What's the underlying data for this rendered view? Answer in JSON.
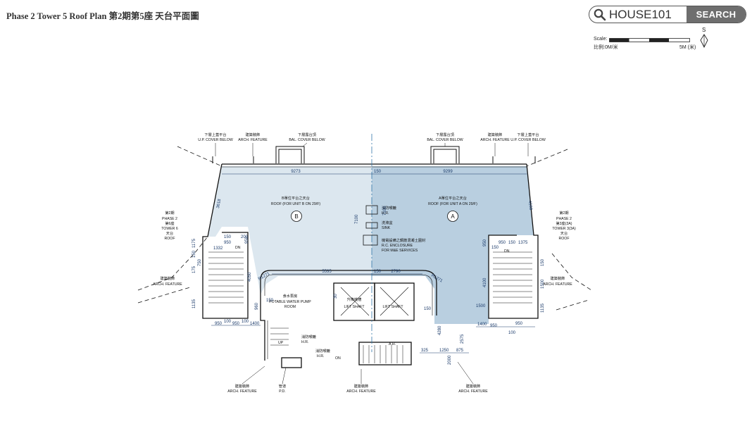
{
  "header": {
    "title": "Phase 2 Tower 5 Roof Plan  第2期第5座 天台平面圖",
    "search_value": "HOUSE101",
    "search_button_label": "SEARCH"
  },
  "scale": {
    "label_en": "Scale:",
    "label_zh": "比例:0M/米",
    "end_label": "5M (米)",
    "north": "S"
  },
  "plan": {
    "dims": {
      "top_left": "9273",
      "top_mid": "150",
      "top_right": "9299",
      "left_diag": "3618",
      "right_diag": "4168",
      "mid_v1": "7100",
      "mid_v2": "7100",
      "core_top_left": "5535",
      "core_top_mid": "150",
      "core_top_right": "2790",
      "r_left": "R1271",
      "r_right": "R1271",
      "l_150": "150",
      "l_950": "950",
      "l_200": "200",
      "l_950b": "950",
      "l_1332": "1332",
      "l_1175": "1175",
      "l_150v": "150",
      "l_750": "750",
      "l_1135": "1135",
      "l_175": "175",
      "l_950c": "950",
      "l_100": "100",
      "l_950d": "950",
      "l_100b": "100",
      "l_1400": "1400",
      "l_4050": "4050",
      "l_960": "960",
      "l_150s": "150",
      "r_150": "150",
      "r_950": "950",
      "r_150b": "150",
      "r_1375": "1375",
      "r_950v": "950",
      "r_4100": "4100",
      "r_1500": "1500",
      "r_1400": "1400",
      "r_950c": "950",
      "r_950d": "950",
      "r_100": "100",
      "r_1135": "1135",
      "r_1500v": "1500",
      "r_150v": "150",
      "c_4280": "4280",
      "c_2575": "2575",
      "c_325": "325",
      "c_1250": "1250",
      "c_875": "875",
      "c_2000": "2000",
      "c_150": "150",
      "c_30": "30"
    },
    "labels": {
      "roof_b_zh": "B單位平台之天台",
      "roof_b": "ROOF (FOR UNIT B ON 29/F)",
      "unit_b": "B",
      "roof_a_zh": "A單位平台之天台",
      "roof_a": "ROOF (FOR UNIT A ON 29/F)",
      "unit_a": "A",
      "hr_zh": "消防喉轆",
      "hr": "H.R.",
      "sink_zh": "洗滌盆",
      "sink": "SINK",
      "rc_zh": "機電設備之鋼筋混凝土圍封",
      "rc1": "R.C. ENCLOSURE",
      "rc2": "FOR M&E SERVICES",
      "pump_zh": "食水泵房",
      "pump1": "POTABLE WATER PUMP",
      "pump2": "ROOM",
      "lift_zh": "升降機槽",
      "lift": "LIFT SHAFT",
      "lift2": "LIFT SHAFT",
      "up": "UP",
      "dn_left": "DN",
      "dn_right": "DN",
      "hr2_zh": "消防喉轆",
      "hr2": "H.R.",
      "hr3_zh": "消防喉轆",
      "hr3": "H.R.",
      "ahu": "A.H.",
      "on": "ON",
      "phase2_left": "PHASE 2",
      "phase2_left_zh": "第2期",
      "tower6": "TOWER 6",
      "tower6_zh": "第6座",
      "roof_left_zh": "天台",
      "roof_left": "ROOF",
      "phase2_right": "PHASE 2",
      "phase2_right_zh": "第2期",
      "tower3": "TOWER 3(3A)",
      "tower3_zh": "第3座(3A)",
      "roof_right_zh": "天台",
      "roof_right": "ROOF",
      "arch_left_zh": "建築裝飾",
      "arch_left": "ARCH. FEATURE",
      "arch_right_zh": "建築裝飾",
      "arch_right": "ARCH. FEATURE",
      "top_up_zh": "下層上蓋平台",
      "top_up": "U.P. COVER BELOW",
      "top_arch_zh": "建築裝飾",
      "top_arch": "ARCH. FEATURE",
      "top_bal_zh": "下層露台頂",
      "top_bal": "BAL. COVER BELOW",
      "top_bal2_zh": "下層露台頂",
      "top_bal2": "BAL. COVER BELOW",
      "top_arch2_zh": "建築裝飾",
      "top_arch2": "ARCH. FEATURE",
      "top_up2_zh": "下層上蓋平台",
      "top_up2": "U.P. COVER BELOW",
      "bot_arch1_zh": "建築裝飾",
      "bot_arch1": "ARCH. FEATURE",
      "bot_pd_zh": "管道",
      "bot_pd": "P.D.",
      "bot_arch2_zh": "建築裝飾",
      "bot_arch2": "ARCH. FEATURE",
      "bot_arch3_zh": "建築裝飾",
      "bot_arch3": "ARCH. FEATURE"
    }
  },
  "colors": {
    "roof_b_fill": "#dce7ef",
    "roof_a_fill": "#b9cfe0",
    "search_button": "#6e6e6e",
    "line": "#111111"
  }
}
